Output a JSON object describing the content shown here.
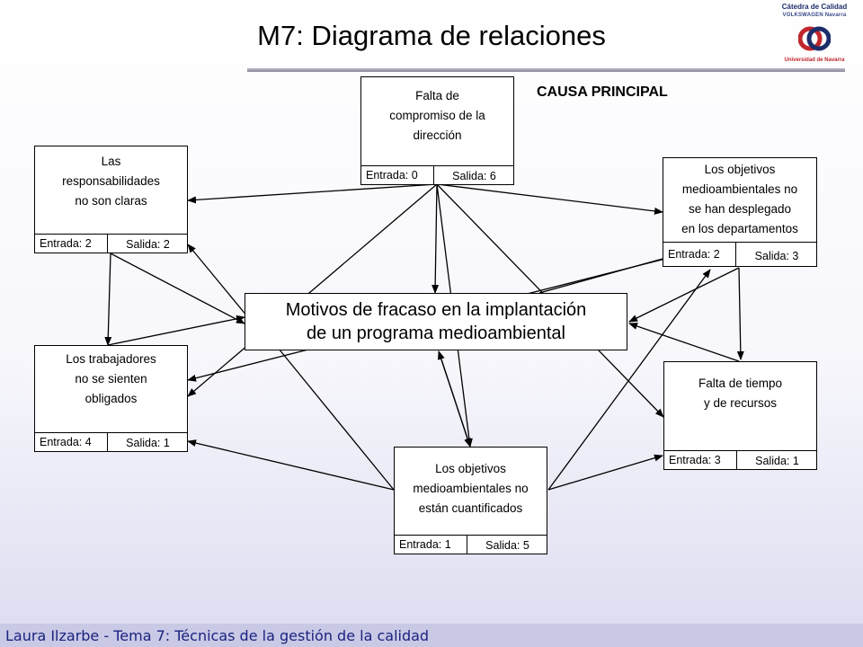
{
  "title": "M7: Diagrama de relaciones",
  "logo": {
    "line1": "Cátedra de Calidad",
    "line2": "VOLKSWAGEN Navarra",
    "line3": "Universidad de Navarra",
    "icon": "universidad-navarra-logo",
    "colors": {
      "primary": "#1c2d6b",
      "accent": "#c0272d"
    }
  },
  "causa_label": "CAUSA PRINCIPAL",
  "center": {
    "line1": "Motivos de fracaso en la implantación",
    "line2": "de un programa medioambiental"
  },
  "nodes": [
    {
      "id": "direccion",
      "lines": [
        "Falta de",
        "compromiso de la",
        "dirección"
      ],
      "entrada": "Entrada: 0",
      "salida": "Salida: 6"
    },
    {
      "id": "responsabilidades",
      "lines": [
        "Las",
        "responsabilidades",
        "no son claras"
      ],
      "entrada": "Entrada: 2",
      "salida": "Salida: 2"
    },
    {
      "id": "objetivos-desplegados",
      "lines": [
        "Los objetivos",
        "medioambientales  no",
        "se han desplegado",
        "en los departamentos"
      ],
      "entrada": "Entrada: 2",
      "salida": "Salida: 3"
    },
    {
      "id": "trabajadores",
      "lines": [
        "Los trabajadores",
        "no se sienten",
        "obligados"
      ],
      "entrada": "Entrada: 4",
      "salida": "Salida: 1"
    },
    {
      "id": "tiempo",
      "lines": [
        "Falta de tiempo",
        "y de recursos"
      ],
      "entrada": "Entrada: 3",
      "salida": "Salida: 1"
    },
    {
      "id": "cuantificados",
      "lines": [
        "Los objetivos",
        "medioambientales  no",
        "están cuantificados"
      ],
      "entrada": "Entrada: 1",
      "salida": "Salida: 5"
    }
  ],
  "footer": "Laura Ilzarbe - Tema 7: Técnicas de la gestión de la calidad"
}
